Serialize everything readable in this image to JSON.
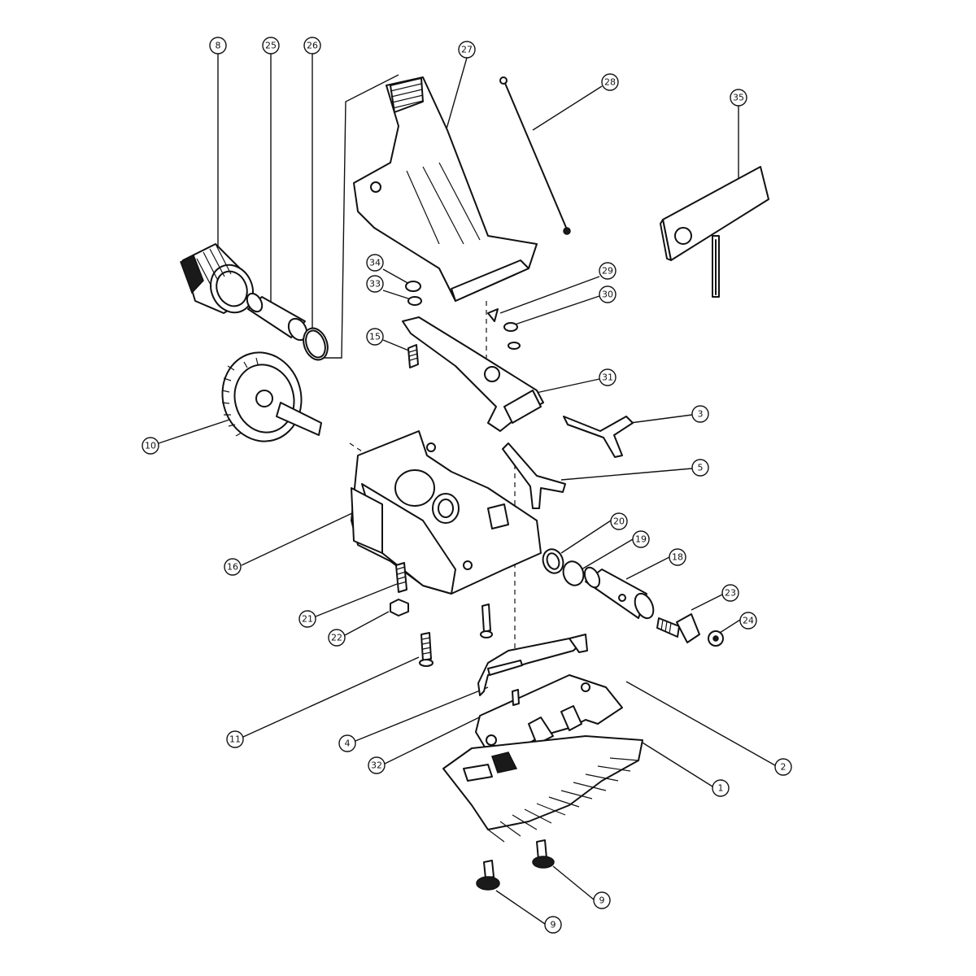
{
  "callouts": [
    {
      "id": "c8",
      "label": "8"
    },
    {
      "id": "c25",
      "label": "25"
    },
    {
      "id": "c26",
      "label": "26"
    },
    {
      "id": "c27",
      "label": "27"
    },
    {
      "id": "c28",
      "label": "28"
    },
    {
      "id": "c35",
      "label": "35"
    },
    {
      "id": "c34",
      "label": "34"
    },
    {
      "id": "c33",
      "label": "33"
    },
    {
      "id": "c29",
      "label": "29"
    },
    {
      "id": "c30",
      "label": "30"
    },
    {
      "id": "c15",
      "label": "15"
    },
    {
      "id": "c31",
      "label": "31"
    },
    {
      "id": "c3",
      "label": "3"
    },
    {
      "id": "c10",
      "label": "10"
    },
    {
      "id": "c5",
      "label": "5"
    },
    {
      "id": "c20",
      "label": "20"
    },
    {
      "id": "c19",
      "label": "19"
    },
    {
      "id": "c18",
      "label": "18"
    },
    {
      "id": "c16",
      "label": "16"
    },
    {
      "id": "c23",
      "label": "23"
    },
    {
      "id": "c21",
      "label": "21"
    },
    {
      "id": "c24",
      "label": "24"
    },
    {
      "id": "c22",
      "label": "22"
    },
    {
      "id": "c11",
      "label": "11"
    },
    {
      "id": "c4",
      "label": "4"
    },
    {
      "id": "c2",
      "label": "2"
    },
    {
      "id": "c32",
      "label": "32"
    },
    {
      "id": "c1",
      "label": "1"
    },
    {
      "id": "c9a",
      "label": "9"
    },
    {
      "id": "c9b",
      "label": "9"
    }
  ]
}
